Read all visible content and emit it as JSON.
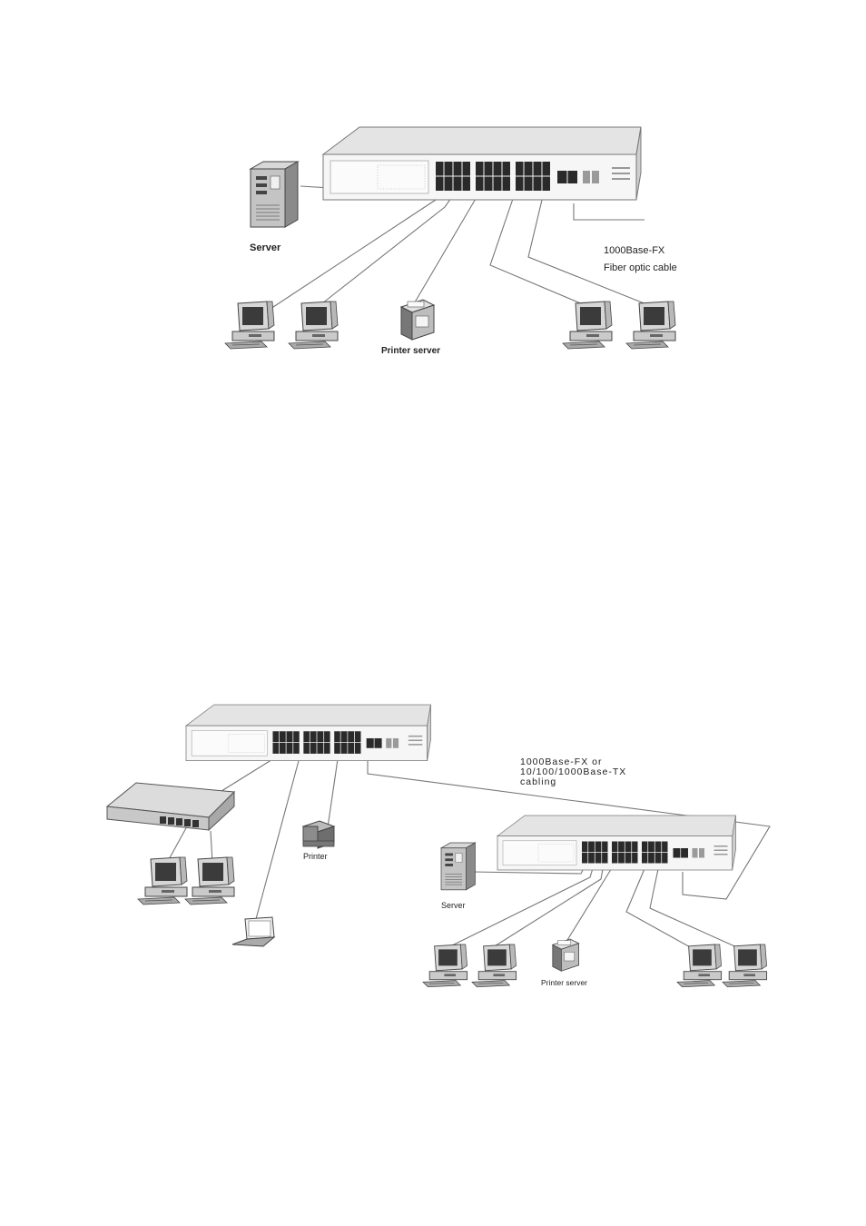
{
  "diagram1": {
    "labels": {
      "server": "Server",
      "printer_server": "Printer server",
      "fiber_line1": "1000Base-FX",
      "fiber_line2": "Fiber optic cable"
    }
  },
  "diagram2": {
    "labels": {
      "printer": "Printer",
      "server": "Server",
      "printer_server": "Printer server",
      "uplink_line1": "1000Base-FX or",
      "uplink_line2": "10/100/1000Base-TX",
      "uplink_line3": "cabling"
    }
  }
}
